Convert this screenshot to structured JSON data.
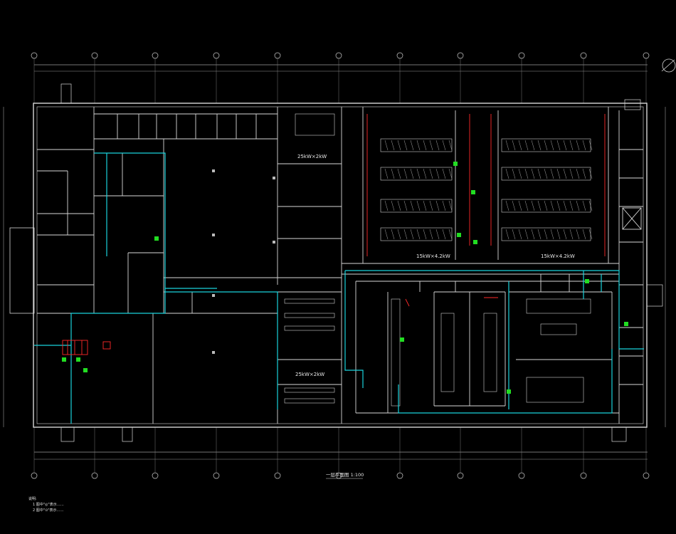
{
  "drawing": {
    "title": "一层平面图 1:100",
    "power_label_1": "25kW×2kW",
    "power_label_2": "25kW×2kW",
    "power_label_3": "15kW×4.2kW",
    "power_label_4": "15kW×4.2kW",
    "notes_heading": "说明:",
    "notes": [
      "1  图中\"◎\"表示……",
      "2  图中\"⊙\"表示……"
    ]
  },
  "colors": {
    "background": "#000000",
    "wall": "#d8d8d8",
    "grid": "#9a9a9a",
    "pipe_cyan": "#19d3dc",
    "equipment_red": "#ff2a2a",
    "valve_green": "#22dd22"
  }
}
